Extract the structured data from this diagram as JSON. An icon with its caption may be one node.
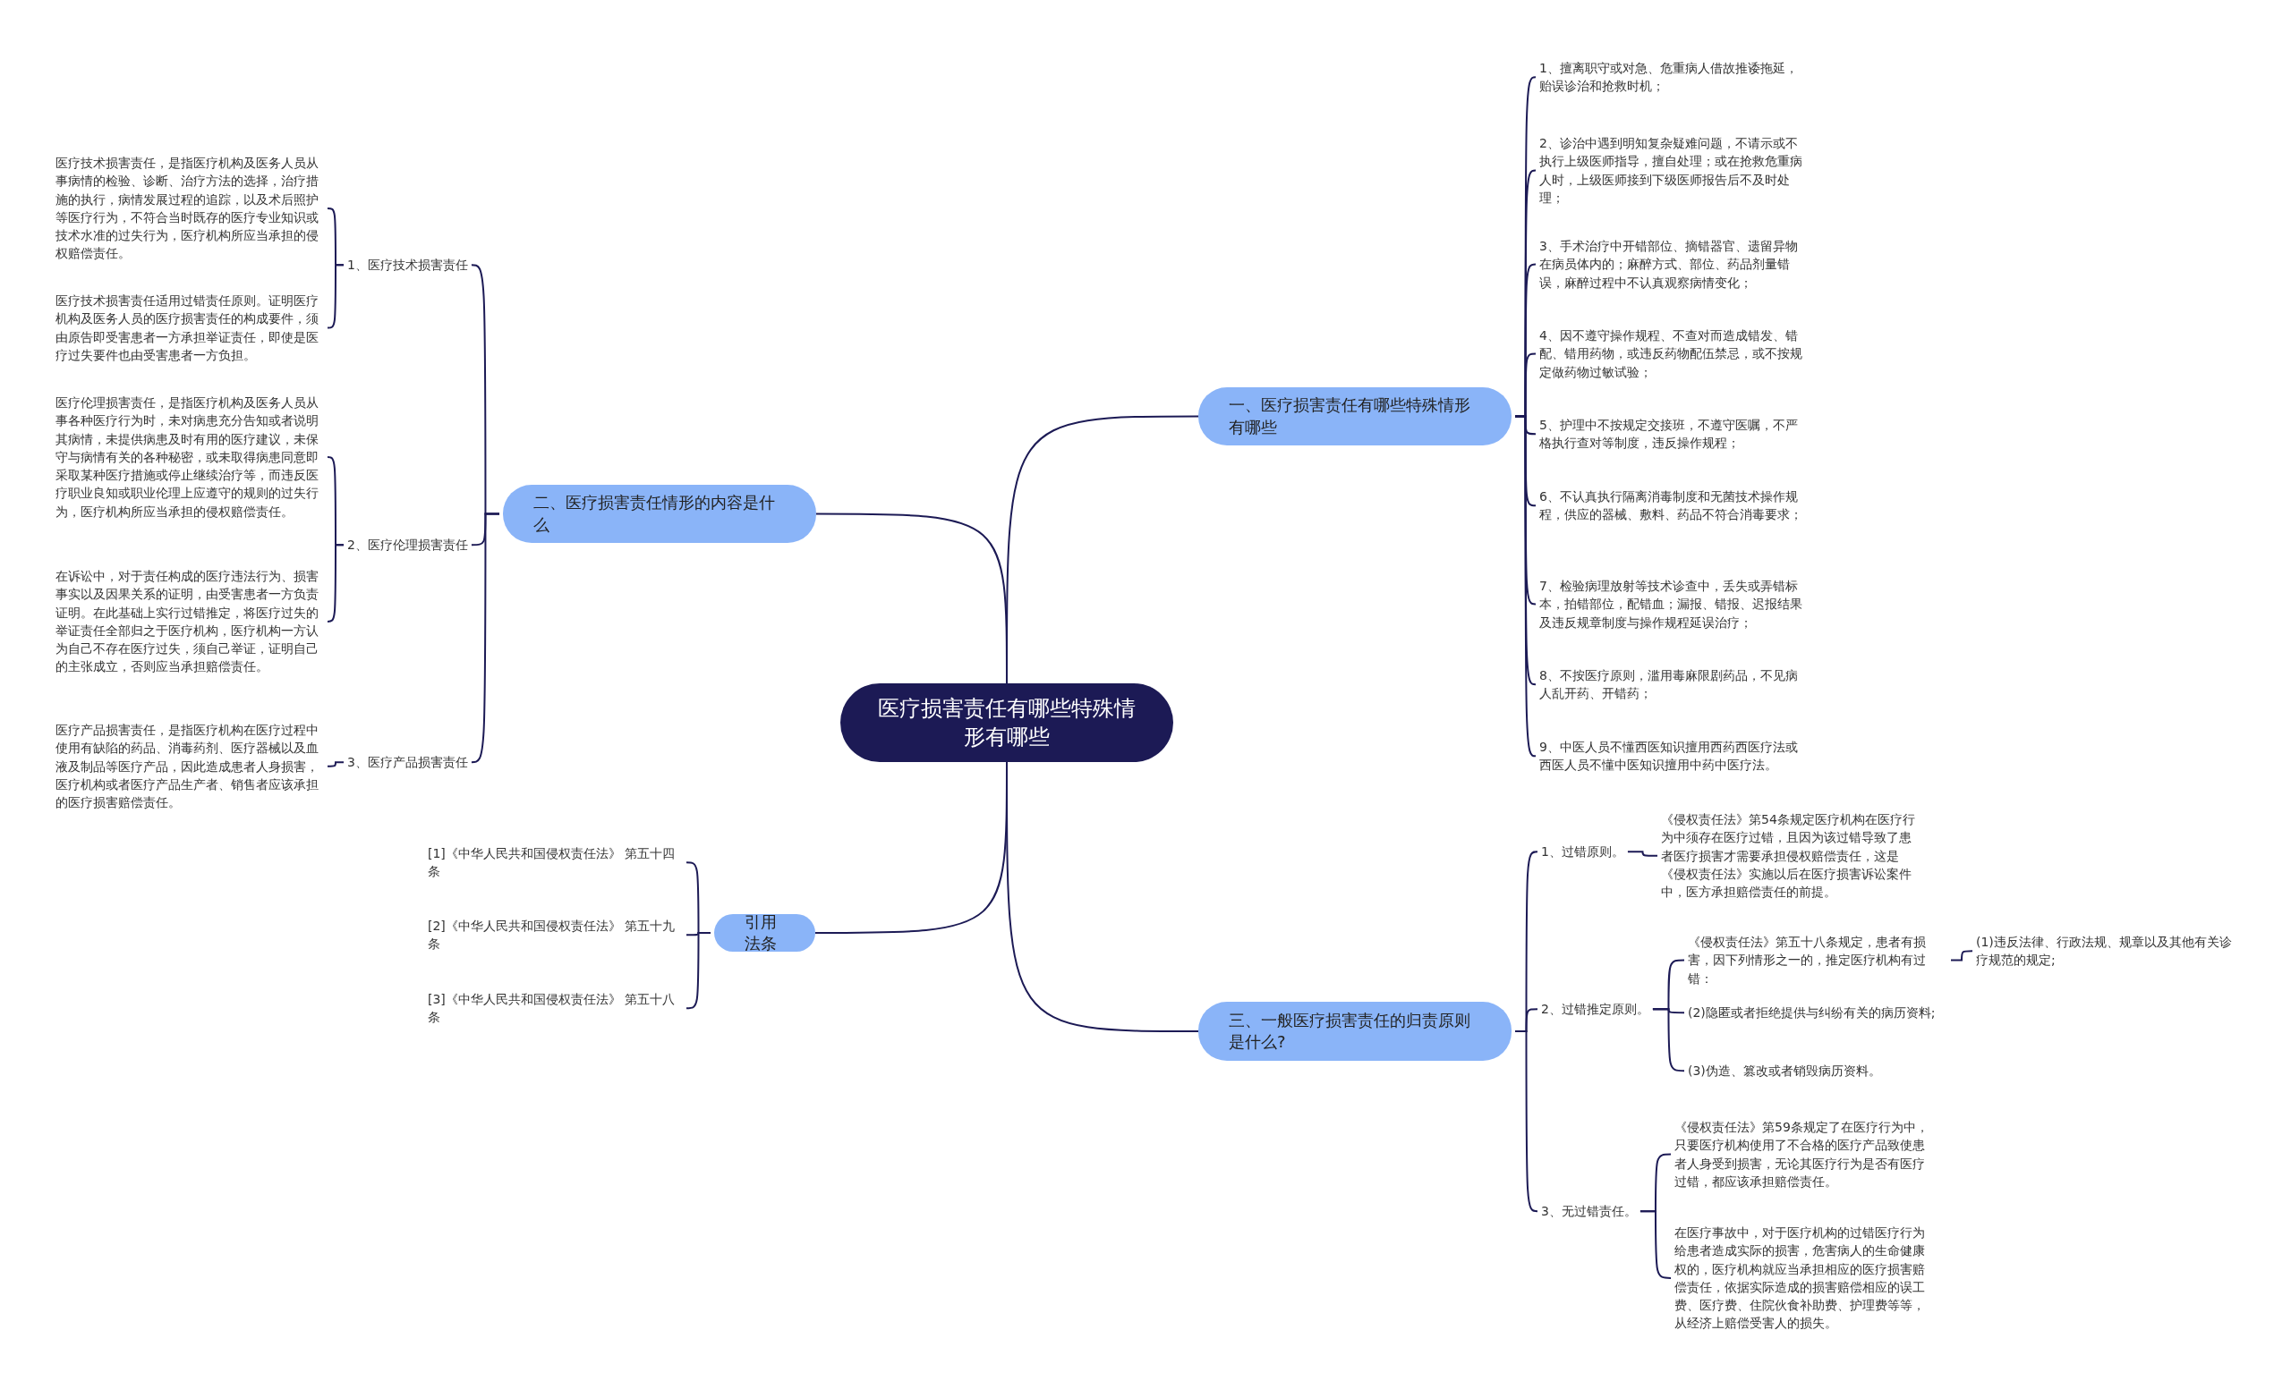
{
  "diagram": {
    "nodes": [
      {
        "text": [
          "医疗损害责任有哪些特殊情形有哪些"
        ]
      },
      {
        "text": [
          "一、医疗损害责任有哪些特殊情形有哪些"
        ]
      },
      {
        "text": [
          "1、擅离职守或对急、危重病人借故推诿拖延，贻误诊治和抢救时机；"
        ]
      },
      {
        "text": [
          "2、诊治中遇到明知复杂疑难问题，不请示或不执行上级医师指导，擅自处理；或在抢救危重病人时，上级医师接到下级医师报告后不及时处理；"
        ]
      },
      {
        "text": [
          "3、手术治疗中开错部位、摘错器官、遗留异物在病员体内的；麻醉方式、部位、药品剂量错误，麻醉过程中不认真观察病情变化；"
        ]
      },
      {
        "text": [
          "4、因不遵守操作规程、不查对而造成错发、错配、错用药物，或违反药物配伍禁忌，或不按规定做药物过敏试验；"
        ]
      },
      {
        "text": [
          "5、护理中不按规定交接班，不遵守医嘱，不严格执行查对等制度，违反操作规程；"
        ]
      },
      {
        "text": [
          "6、不认真执行隔离消毒制度和无菌技术操作规程，供应的器械、敷料、药品不符合消毒要求；"
        ]
      },
      {
        "text": [
          "7、检验病理放射等技术诊查中，丢失或弄错标本，拍错部位，配错血；漏报、错报、迟报结果及违反规章制度与操作规程延误治疗；"
        ]
      },
      {
        "text": [
          "8、不按医疗原则，滥用毒麻限剧药品，不见病人乱开药、开错药；"
        ]
      },
      {
        "text": [
          "9、中医人员不懂西医知识擅用西药西医疗法或西医人员不懂中医知识擅用中药中医疗法。"
        ]
      },
      {
        "text": [
          "二、医疗损害责任情形的内容是什么"
        ]
      },
      {
        "text": [
          "1、医疗技术损害责任"
        ]
      },
      {
        "text": [
          "医疗技术损害责任，是指医疗机构及医务人员从事病情的检验、诊断、治疗方法的选择，治疗措施的执行，病情发展过程的追踪，以及术后照护等医疗行为，不符合当时既存的医疗专业知识或技术水准的过失行为，医疗机构所应当承担的侵权赔偿责任。"
        ]
      },
      {
        "text": [
          "医疗技术损害责任适用过错责任原则。证明医疗机构及医务人员的医疗损害责任的构成要件，须由原告即受害患者一方承担举证责任，即使是医疗过失要件也由受害患者一方负担。"
        ]
      },
      {
        "text": [
          "2、医疗伦理损害责任"
        ]
      },
      {
        "text": [
          "医疗伦理损害责任，是指医疗机构及医务人员从事各种医疗行为时，未对病患充分告知或者说明其病情，未提供病患及时有用的医疗建议，未保守与病情有关的各种秘密，或未取得病患同意即采取某种医疗措施或停止继续治疗等，而违反医疗职业良知或职业伦理上应遵守的规则的过失行为，医疗机构所应当承担的侵权赔偿责任。"
        ]
      },
      {
        "text": [
          "在诉讼中，对于责任构成的医疗违法行为、损害事实以及因果关系的证明，由受害患者一方负责证明。在此基础上实行过错推定，将医疗过失的举证责任全部归之于医疗机构，医疗机构一方认为自己不存在医疗过失，须自己举证，证明自己的主张成立，否则应当承担赔偿责任。"
        ]
      },
      {
        "text": [
          "3、医疗产品损害责任"
        ]
      },
      {
        "text": [
          "医疗产品损害责任，是指医疗机构在医疗过程中使用有缺陷的药品、消毒药剂、医疗器械以及血液及制品等医疗产品，因此造成患者人身损害，医疗机构或者医疗产品生产者、销售者应该承担的医疗损害赔偿责任。"
        ]
      },
      {
        "text": [
          "引用法条"
        ]
      },
      {
        "text": [
          "[1]《中华人民共和国侵权责任法》 第五十四条"
        ]
      },
      {
        "text": [
          "[2]《中华人民共和国侵权责任法》 第五十九条"
        ]
      },
      {
        "text": [
          "[3]《中华人民共和国侵权责任法》 第五十八条"
        ]
      },
      {
        "text": [
          "三、一般医疗损害责任的归责原则是什么?"
        ]
      },
      {
        "text": [
          "1、过错原则。"
        ]
      },
      {
        "text": [
          "《侵权责任法》第54条规定医疗机构在医疗行为中须存在医疗过错，且因为该过错导致了患者医疗损害才需要承担侵权赔偿责任，这是《侵权责任法》实施以后在医疗损害诉讼案件中，医方承担赔偿责任的前提。"
        ]
      },
      {
        "text": [
          "2、过错推定原则。"
        ]
      },
      {
        "text": [
          "《侵权责任法》第五十八条规定，患者有损害，因下列情形之一的，推定医疗机构有过错："
        ]
      },
      {
        "text": [
          "(1)违反法律、行政法规、规章以及其他有关诊疗规范的规定;"
        ]
      },
      {
        "text": [
          "(2)隐匿或者拒绝提供与纠纷有关的病历资料;"
        ]
      },
      {
        "text": [
          "(3)伪造、篡改或者销毁病历资料。"
        ]
      },
      {
        "text": [
          "3、无过错责任。"
        ]
      },
      {
        "text": [
          "《侵权责任法》第59条规定了在医疗行为中，只要医疗机构使用了不合格的医疗产品致使患者人身受到损害，无论其医疗行为是否有医疗过错，都应该承担赔偿责任。"
        ]
      },
      {
        "text": [
          "在医疗事故中，对于医疗机构的过错医疗行为给患者造成实际的损害，危害病人的生命健康权的，医疗机构就应当承担相应的医疗损害赔偿责任，依据实际造成的损害赔偿相应的误工费、医疗费、住院伙食补助费、护理费等等，从经济上赔偿受害人的损失。"
        ]
      }
    ],
    "edges": [
      {
        "from": 0,
        "to": 1,
        "arrow": "none"
      },
      {
        "from": 1,
        "to": 2,
        "arrow": "none"
      },
      {
        "from": 1,
        "to": 3,
        "arrow": "none"
      },
      {
        "from": 1,
        "to": 4,
        "arrow": "none"
      },
      {
        "from": 1,
        "to": 5,
        "arrow": "none"
      },
      {
        "from": 1,
        "to": 6,
        "arrow": "none"
      },
      {
        "from": 1,
        "to": 7,
        "arrow": "none"
      },
      {
        "from": 1,
        "to": 8,
        "arrow": "none"
      },
      {
        "from": 1,
        "to": 9,
        "arrow": "none"
      },
      {
        "from": 1,
        "to": 10,
        "arrow": "none"
      },
      {
        "from": 0,
        "to": 11,
        "arrow": "none"
      },
      {
        "from": 11,
        "to": 12,
        "arrow": "none"
      },
      {
        "from": 12,
        "to": 13,
        "arrow": "none"
      },
      {
        "from": 12,
        "to": 14,
        "arrow": "none"
      },
      {
        "from": 11,
        "to": 15,
        "arrow": "none"
      },
      {
        "from": 15,
        "to": 16,
        "arrow": "none"
      },
      {
        "from": 15,
        "to": 17,
        "arrow": "none"
      },
      {
        "from": 11,
        "to": 18,
        "arrow": "none"
      },
      {
        "from": 18,
        "to": 19,
        "arrow": "none"
      },
      {
        "from": 0,
        "to": 20,
        "arrow": "none"
      },
      {
        "from": 20,
        "to": 21,
        "arrow": "none"
      },
      {
        "from": 20,
        "to": 22,
        "arrow": "none"
      },
      {
        "from": 20,
        "to": 23,
        "arrow": "none"
      },
      {
        "from": 0,
        "to": 24,
        "arrow": "none"
      },
      {
        "from": 24,
        "to": 25,
        "arrow": "none"
      },
      {
        "from": 25,
        "to": 26,
        "arrow": "none"
      },
      {
        "from": 24,
        "to": 27,
        "arrow": "none"
      },
      {
        "from": 27,
        "to": 28,
        "arrow": "none"
      },
      {
        "from": 28,
        "to": 29,
        "arrow": "none"
      },
      {
        "from": 27,
        "to": 30,
        "arrow": "none"
      },
      {
        "from": 27,
        "to": 31,
        "arrow": "none"
      },
      {
        "from": 24,
        "to": 32,
        "arrow": "none"
      },
      {
        "from": 32,
        "to": 33,
        "arrow": "none"
      },
      {
        "from": 32,
        "to": 34,
        "arrow": "none"
      }
    ]
  }
}
